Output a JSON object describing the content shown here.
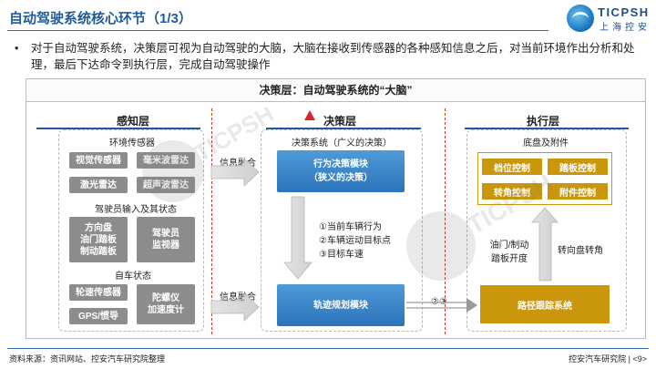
{
  "header": {
    "title": "自动驾驶系统核心环节（1/3）",
    "logo_text": "TICPSH",
    "logo_sub": "上海控安"
  },
  "bullet": {
    "dot": "•",
    "text": "对于自动驾驶系统，决策层可视为自动驾驶的大脑，大脑在接收到传感器的各种感知信息之后，对当前环境作出分析和处理，最后下达命令到执行层，完成自动驾驶操作"
  },
  "diagram": {
    "banner": "决策层：自动驾驶系统的“大脑”",
    "perception": {
      "title": "感知层",
      "env_label": "环境传感器",
      "env_boxes": [
        "视觉传感器",
        "毫米波雷达",
        "激光雷达",
        "超声波雷达"
      ],
      "driver_label": "驾驶员输入及其状态",
      "driver_box_1": [
        "方向盘",
        "油门踏板",
        "制动踏板"
      ],
      "driver_box_2": [
        "驾驶员",
        "监视器"
      ],
      "vehicle_label": "自车状态",
      "vehicle_boxes": [
        "轮速传感器",
        "GPS/惯导"
      ],
      "vehicle_box_big": [
        "陀螺仪",
        "加速度计"
      ]
    },
    "fusion_label_1": "信息融合",
    "fusion_label_2": "信息融合",
    "decision": {
      "title": "决策层",
      "system_label": "决策系统（广义的决策）",
      "behavior_box": [
        "行为决策模块",
        "（狭义的决策）"
      ],
      "outputs": [
        "①当前车辆行为",
        "②车辆运动目标点",
        "③目标车速"
      ],
      "planning_box": "轨迹规划模块"
    },
    "link_label": "②③",
    "execution": {
      "title": "执行层",
      "chassis_label": "底盘及附件",
      "yellow_boxes": [
        "档位控制",
        "踏板控制",
        "转角控制",
        "附件控制"
      ],
      "pedal_label": [
        "油门/制动",
        "踏板开度"
      ],
      "amp": "&",
      "steer_label": "转向盘转角",
      "path_box": "路径跟踪系统"
    }
  },
  "footer": {
    "source": "资料来源：资讯网站、控安汽车研究院整理",
    "org": "控安汽车研究院",
    "separator": "|",
    "page": "<9>"
  },
  "colors": {
    "title_blue": "#1f5b9c",
    "module_blue": "#2c74bb",
    "sensor_gray": "#8c8c8c",
    "actuator_gold": "#c9960c",
    "divider_red": "#c0392b"
  }
}
